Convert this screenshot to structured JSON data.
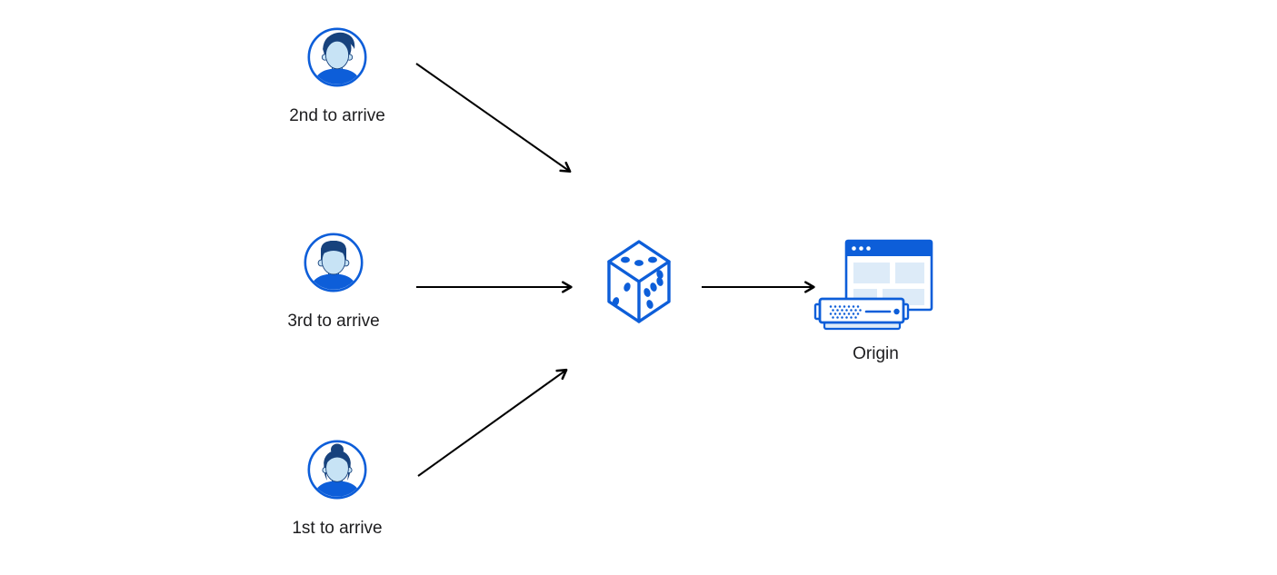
{
  "colors": {
    "accent_blue": "#0d5ed9",
    "dark_navy": "#17427d",
    "face_blue": "#c7e3f5",
    "pale_blue": "#ddebf8",
    "arrow": "#000000",
    "text": "#1d1d1f",
    "white": "#ffffff"
  },
  "diagram": {
    "users": [
      {
        "label": "2nd to arrive",
        "icon": "user-avatar-man-swept-hair-icon"
      },
      {
        "label": "3rd to arrive",
        "icon": "user-avatar-man-short-hair-icon"
      },
      {
        "label": "1st to arrive",
        "icon": "user-avatar-woman-bun-icon"
      }
    ],
    "randomizer": {
      "icon": "dice-icon"
    },
    "origin": {
      "label": "Origin",
      "icon": "origin-server-browser-icon"
    },
    "arrows": [
      {
        "from": "user-2nd-to-arrive",
        "to": "dice"
      },
      {
        "from": "user-3rd-to-arrive",
        "to": "dice"
      },
      {
        "from": "user-1st-to-arrive",
        "to": "dice"
      },
      {
        "from": "dice",
        "to": "origin"
      }
    ]
  }
}
